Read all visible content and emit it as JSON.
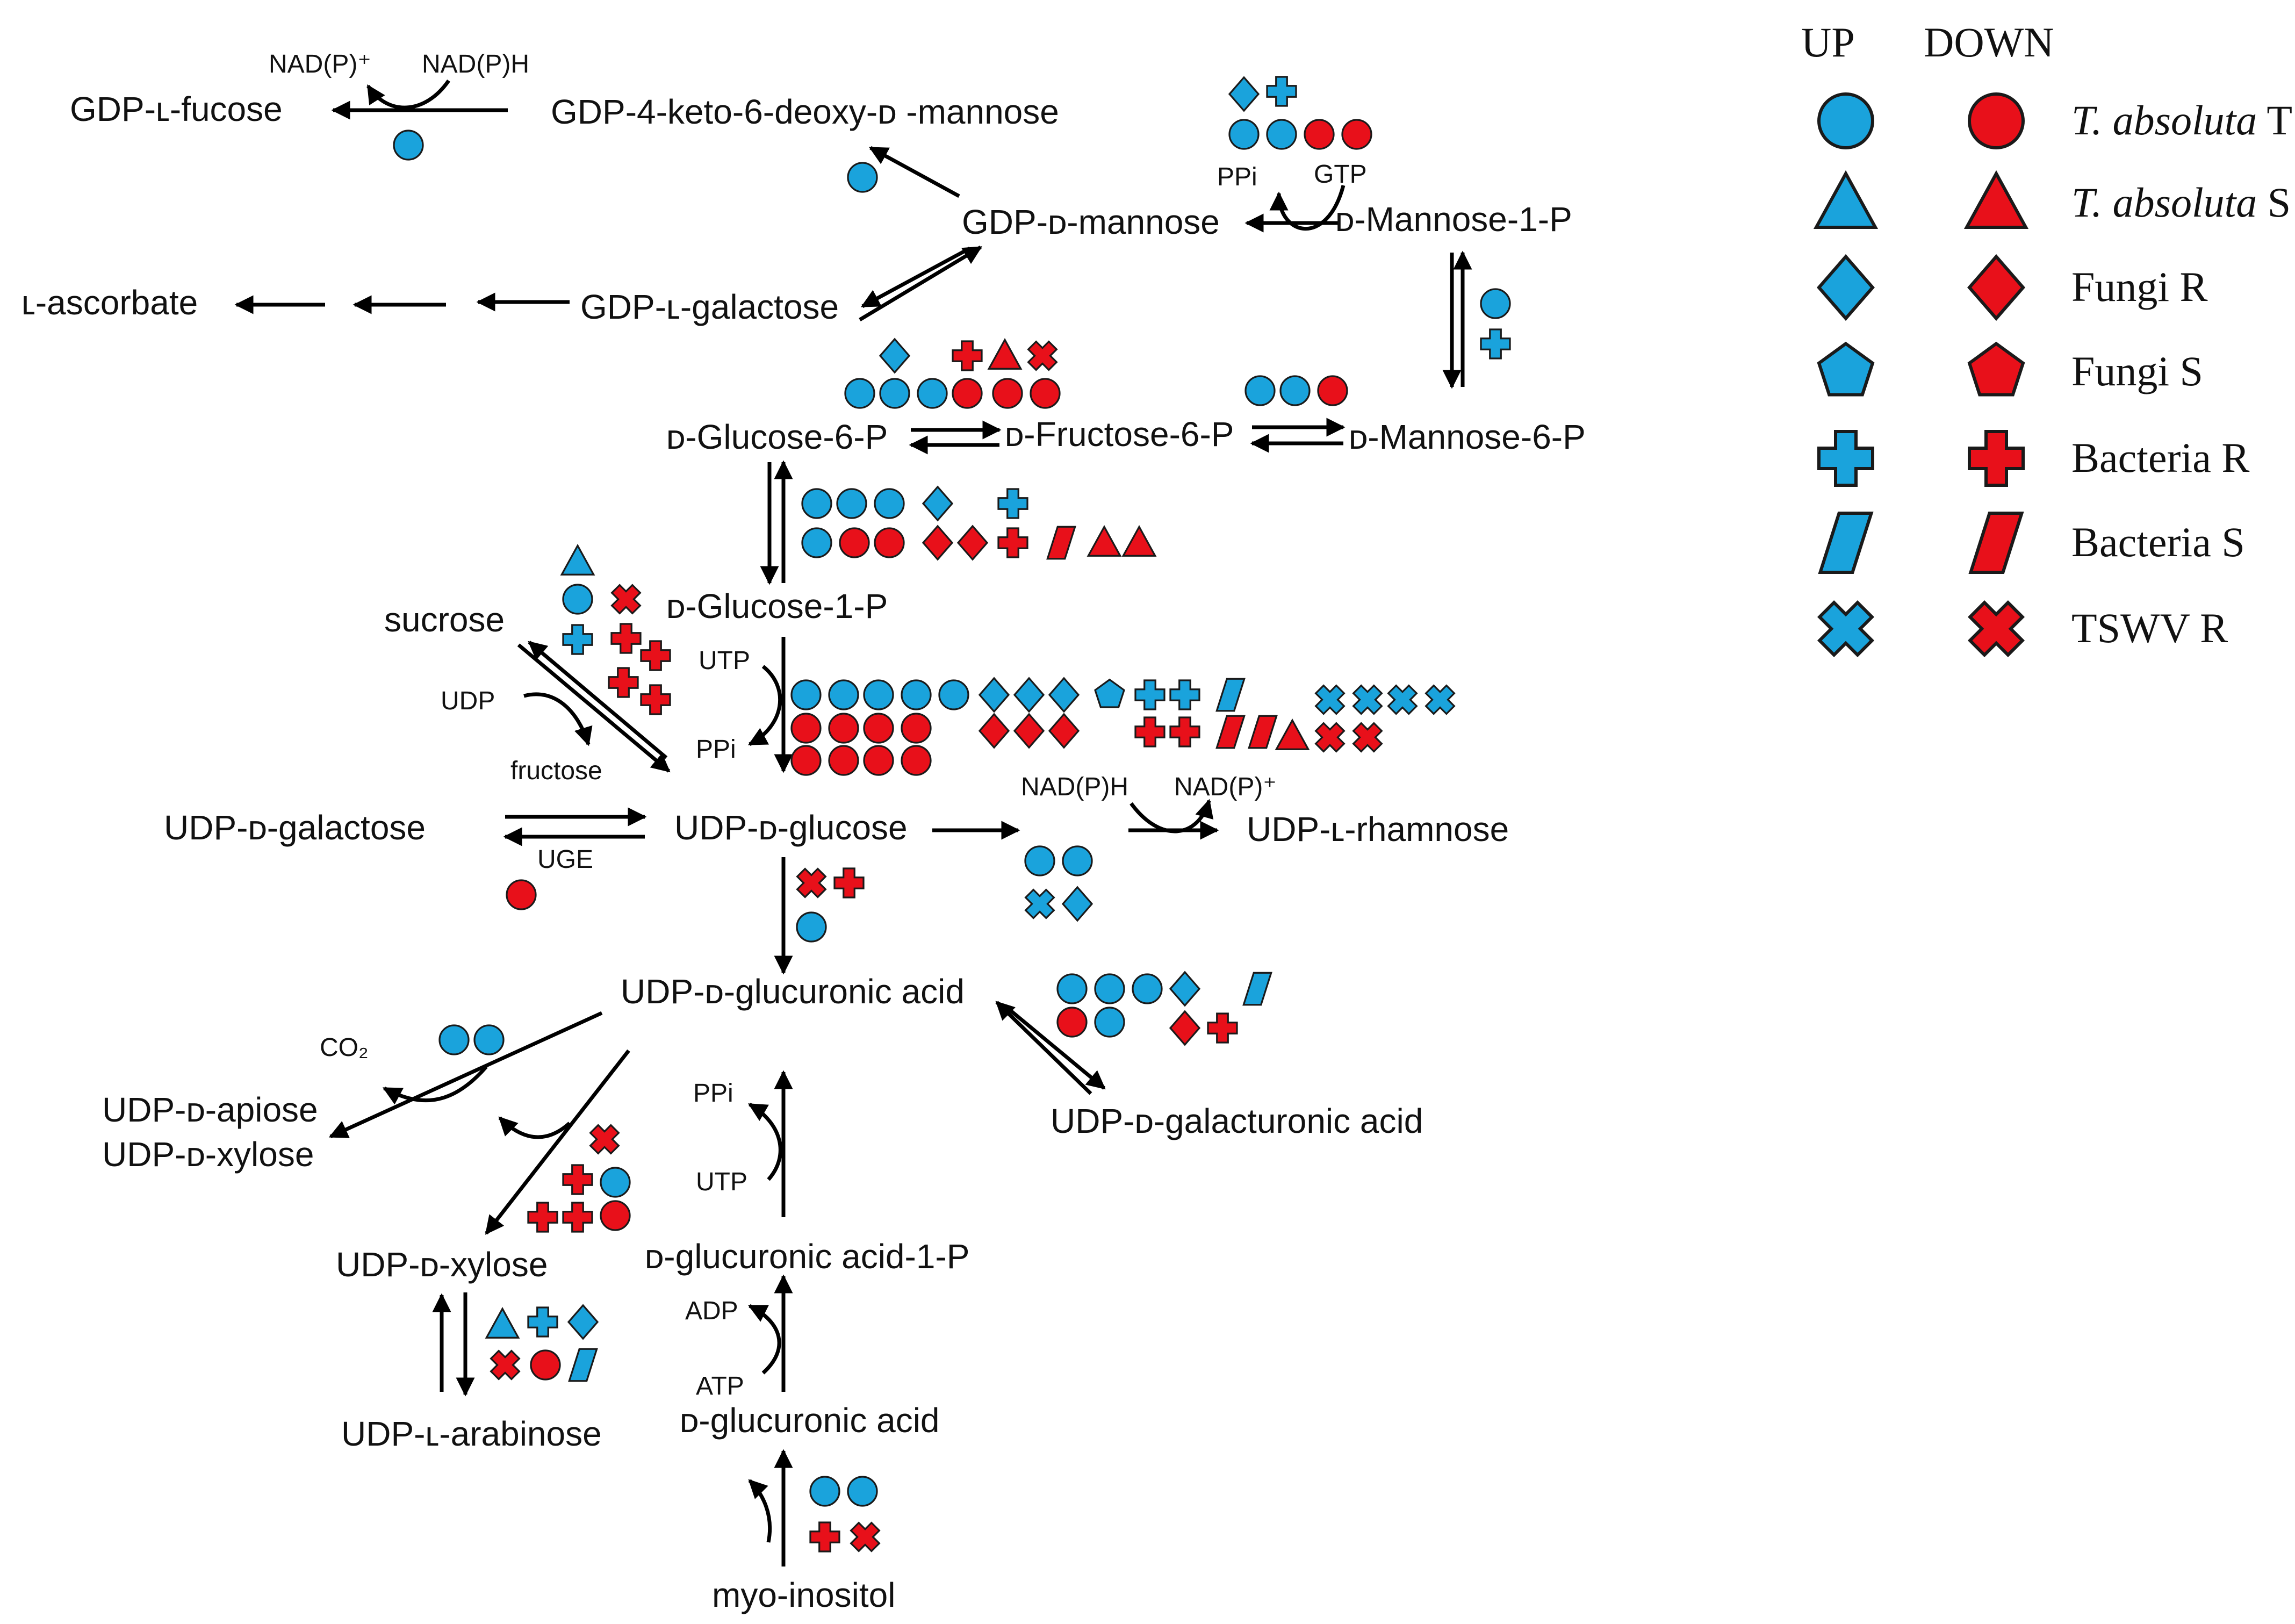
{
  "colors": {
    "up": "#1aa3dc",
    "down": "#e8101a",
    "stroke": "#1a1a1a"
  },
  "metabolites": {
    "gdp_fucose": "GDP-ʟ-fucose",
    "gdp_keto": "GDP-4-keto-6-deoxy-ᴅ -mannose",
    "gdp_mannose": "GDP-ᴅ-mannose",
    "mannose_1p": "ᴅ-Mannose-1-P",
    "ascorbate": "ʟ-ascorbate",
    "gdp_galactose": "GDP-ʟ-galactose",
    "glucose_6p": "ᴅ-Glucose-6-P",
    "fructose_6p": "ᴅ-Fructose-6-P",
    "mannose_6p": "ᴅ-Mannose-6-P",
    "glucose_1p": "ᴅ-Glucose-1-P",
    "sucrose": "sucrose",
    "fructose": "fructose",
    "udp_galactose": "UDP-ᴅ-galactose",
    "udp_glucose": "UDP-ᴅ-glucose",
    "udp_rhamnose": "UDP-ʟ-rhamnose",
    "udp_glucuronic": "UDP-ᴅ-glucuronic acid",
    "udp_galacturonic": "UDP-ᴅ-galacturonic acid",
    "udp_apiose": "UDP-ᴅ-apiose",
    "udp_xylose_a": "UDP-ᴅ-xylose",
    "udp_xylose_b": "UDP-ᴅ-xylose",
    "udp_arabinose": "UDP-ʟ-arabinose",
    "glucuronic_1p": "ᴅ-glucuronic acid-1-P",
    "glucuronic": "ᴅ-glucuronic acid",
    "myo_inositol": "myo-inositol"
  },
  "cofactors": {
    "nadp_plus_1": "NAD(P)⁺",
    "nadph_1": "NAD(P)H",
    "ppi_1": "PPi",
    "gtp": "GTP",
    "utp_1": "UTP",
    "udp": "UDP",
    "ppi_2": "PPi",
    "uge": "UGE",
    "nadph_2": "NAD(P)H",
    "nadp_plus_2": "NAD(P)⁺",
    "co2": "CO₂",
    "ppi_3": "PPi",
    "utp_2": "UTP",
    "adp": "ADP",
    "atp": "ATP"
  },
  "legend": {
    "up_header": "UP",
    "down_header": "DOWN",
    "rows": [
      {
        "shape": "circle",
        "label_italic": "T. absoluta",
        "label_rest": " T"
      },
      {
        "shape": "triangle",
        "label_italic": "T. absoluta",
        "label_rest": " S"
      },
      {
        "shape": "diamond",
        "label_italic": "",
        "label_rest": "Fungi R"
      },
      {
        "shape": "pentagon",
        "label_italic": "",
        "label_rest": "Fungi S"
      },
      {
        "shape": "cross",
        "label_italic": "",
        "label_rest": "Bacteria R"
      },
      {
        "shape": "parallelogram",
        "label_italic": "",
        "label_rest": "Bacteria S"
      },
      {
        "shape": "x",
        "label_italic": "",
        "label_rest": "TSWV R"
      }
    ]
  },
  "markers": [
    {
      "step": "gdp-fucose-synthesis",
      "items": [
        {
          "shape": "circle",
          "dir": "up"
        }
      ]
    },
    {
      "step": "gdp-mannose-dehydratase",
      "items": [
        {
          "shape": "circle",
          "dir": "up"
        }
      ]
    },
    {
      "step": "gdp-mannose-pyrophosphorylase",
      "items": [
        {
          "shape": "diamond",
          "dir": "up"
        },
        {
          "shape": "cross",
          "dir": "up"
        },
        {
          "shape": "circle",
          "dir": "up"
        },
        {
          "shape": "circle",
          "dir": "up"
        },
        {
          "shape": "circle",
          "dir": "down"
        },
        {
          "shape": "circle",
          "dir": "down"
        }
      ]
    },
    {
      "step": "phosphomannomutase",
      "items": [
        {
          "shape": "circle",
          "dir": "up"
        },
        {
          "shape": "cross",
          "dir": "up"
        }
      ]
    },
    {
      "step": "glucose-6-phosphate-isomerase",
      "items": [
        {
          "shape": "diamond",
          "dir": "up"
        },
        {
          "shape": "cross",
          "dir": "down"
        },
        {
          "shape": "triangle",
          "dir": "down"
        },
        {
          "shape": "x",
          "dir": "down"
        },
        {
          "shape": "circle",
          "dir": "up"
        },
        {
          "shape": "circle",
          "dir": "up"
        },
        {
          "shape": "circle",
          "dir": "up"
        },
        {
          "shape": "circle",
          "dir": "down"
        },
        {
          "shape": "circle",
          "dir": "down"
        },
        {
          "shape": "circle",
          "dir": "down"
        }
      ]
    },
    {
      "step": "mannose-6-phosphate-isomerase",
      "items": [
        {
          "shape": "circle",
          "dir": "up"
        },
        {
          "shape": "circle",
          "dir": "up"
        },
        {
          "shape": "circle",
          "dir": "down"
        }
      ]
    },
    {
      "step": "phosphoglucomutase",
      "items": [
        {
          "shape": "circle",
          "dir": "up"
        },
        {
          "shape": "circle",
          "dir": "up"
        },
        {
          "shape": "circle",
          "dir": "up"
        },
        {
          "shape": "diamond",
          "dir": "up"
        },
        {
          "shape": "cross",
          "dir": "up"
        },
        {
          "shape": "circle",
          "dir": "up"
        },
        {
          "shape": "circle",
          "dir": "down"
        },
        {
          "shape": "circle",
          "dir": "down"
        },
        {
          "shape": "diamond",
          "dir": "down"
        },
        {
          "shape": "diamond",
          "dir": "down"
        },
        {
          "shape": "cross",
          "dir": "down"
        },
        {
          "shape": "parallelogram",
          "dir": "down"
        },
        {
          "shape": "triangle",
          "dir": "down"
        },
        {
          "shape": "triangle",
          "dir": "down"
        }
      ]
    },
    {
      "step": "sucrose-synthase",
      "items": [
        {
          "shape": "triangle",
          "dir": "up"
        },
        {
          "shape": "circle",
          "dir": "up"
        },
        {
          "shape": "x",
          "dir": "down"
        },
        {
          "shape": "cross",
          "dir": "up"
        },
        {
          "shape": "cross",
          "dir": "down"
        },
        {
          "shape": "cross",
          "dir": "down"
        },
        {
          "shape": "cross",
          "dir": "down"
        },
        {
          "shape": "cross",
          "dir": "down"
        }
      ]
    },
    {
      "step": "udp-glucose-pyrophosphorylase",
      "items": [
        {
          "shape": "circle",
          "dir": "up"
        },
        {
          "shape": "circle",
          "dir": "up"
        },
        {
          "shape": "circle",
          "dir": "up"
        },
        {
          "shape": "circle",
          "dir": "up"
        },
        {
          "shape": "circle",
          "dir": "up"
        },
        {
          "shape": "diamond",
          "dir": "up"
        },
        {
          "shape": "diamond",
          "dir": "up"
        },
        {
          "shape": "diamond",
          "dir": "up"
        },
        {
          "shape": "pentagon",
          "dir": "up"
        },
        {
          "shape": "cross",
          "dir": "up"
        },
        {
          "shape": "cross",
          "dir": "up"
        },
        {
          "shape": "parallelogram",
          "dir": "up"
        },
        {
          "shape": "x",
          "dir": "up"
        },
        {
          "shape": "x",
          "dir": "up"
        },
        {
          "shape": "x",
          "dir": "up"
        },
        {
          "shape": "x",
          "dir": "up"
        },
        {
          "shape": "circle",
          "dir": "down"
        },
        {
          "shape": "circle",
          "dir": "down"
        },
        {
          "shape": "circle",
          "dir": "down"
        },
        {
          "shape": "circle",
          "dir": "down"
        },
        {
          "shape": "circle",
          "dir": "down"
        },
        {
          "shape": "circle",
          "dir": "down"
        },
        {
          "shape": "circle",
          "dir": "down"
        },
        {
          "shape": "circle",
          "dir": "down"
        },
        {
          "shape": "diamond",
          "dir": "down"
        },
        {
          "shape": "diamond",
          "dir": "down"
        },
        {
          "shape": "diamond",
          "dir": "down"
        },
        {
          "shape": "cross",
          "dir": "down"
        },
        {
          "shape": "cross",
          "dir": "down"
        },
        {
          "shape": "parallelogram",
          "dir": "down"
        },
        {
          "shape": "parallelogram",
          "dir": "down"
        },
        {
          "shape": "triangle",
          "dir": "down"
        },
        {
          "shape": "x",
          "dir": "down"
        },
        {
          "shape": "x",
          "dir": "down"
        }
      ]
    },
    {
      "step": "udp-glucose-epimerase",
      "items": [
        {
          "shape": "circle",
          "dir": "down"
        }
      ]
    },
    {
      "step": "rhamnose-synthase",
      "items": [
        {
          "shape": "circle",
          "dir": "up"
        },
        {
          "shape": "circle",
          "dir": "up"
        },
        {
          "shape": "x",
          "dir": "up"
        },
        {
          "shape": "diamond",
          "dir": "up"
        }
      ]
    },
    {
      "step": "udp-glucose-dehydrogenase",
      "items": [
        {
          "shape": "x",
          "dir": "down"
        },
        {
          "shape": "cross",
          "dir": "down"
        },
        {
          "shape": "circle",
          "dir": "up"
        }
      ]
    },
    {
      "step": "udp-glucuronate-epimerase",
      "items": [
        {
          "shape": "circle",
          "dir": "up"
        },
        {
          "shape": "circle",
          "dir": "up"
        },
        {
          "shape": "circle",
          "dir": "up"
        },
        {
          "shape": "diamond",
          "dir": "up"
        },
        {
          "shape": "parallelogram",
          "dir": "up"
        },
        {
          "shape": "circle",
          "dir": "down"
        },
        {
          "shape": "circle",
          "dir": "up"
        },
        {
          "shape": "diamond",
          "dir": "down"
        },
        {
          "shape": "cross",
          "dir": "down"
        }
      ]
    },
    {
      "step": "udp-apiose-xylose-synthase",
      "items": [
        {
          "shape": "circle",
          "dir": "up"
        },
        {
          "shape": "circle",
          "dir": "up"
        }
      ]
    },
    {
      "step": "udp-xylose-synthase",
      "items": [
        {
          "shape": "x",
          "dir": "down"
        },
        {
          "shape": "cross",
          "dir": "down"
        },
        {
          "shape": "circle",
          "dir": "up"
        },
        {
          "shape": "cross",
          "dir": "down"
        },
        {
          "shape": "cross",
          "dir": "down"
        },
        {
          "shape": "circle",
          "dir": "down"
        }
      ]
    },
    {
      "step": "udp-xylose-epimerase",
      "items": [
        {
          "shape": "triangle",
          "dir": "up"
        },
        {
          "shape": "cross",
          "dir": "up"
        },
        {
          "shape": "diamond",
          "dir": "up"
        },
        {
          "shape": "x",
          "dir": "down"
        },
        {
          "shape": "circle",
          "dir": "down"
        },
        {
          "shape": "parallelogram",
          "dir": "up"
        }
      ]
    },
    {
      "step": "myo-inositol-oxygenase",
      "items": [
        {
          "shape": "circle",
          "dir": "up"
        },
        {
          "shape": "circle",
          "dir": "up"
        },
        {
          "shape": "cross",
          "dir": "down"
        },
        {
          "shape": "x",
          "dir": "down"
        }
      ]
    }
  ]
}
